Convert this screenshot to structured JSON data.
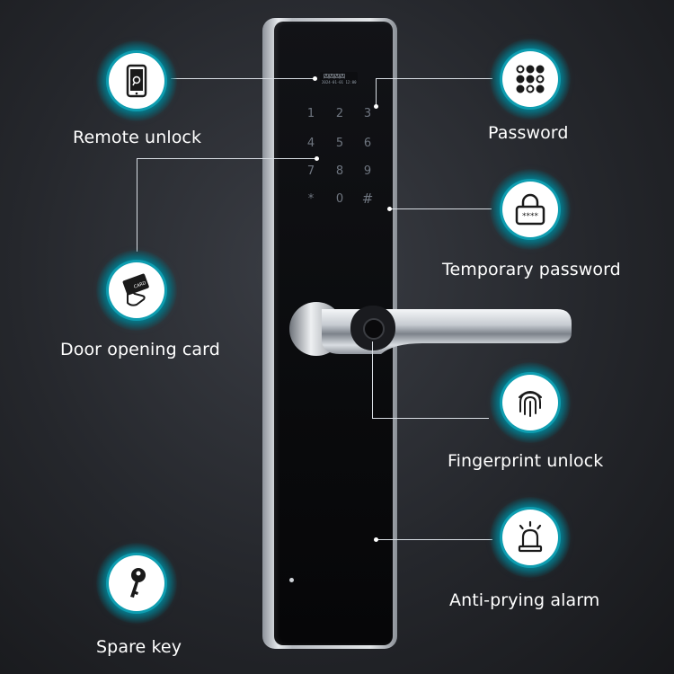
{
  "features": {
    "remote_unlock": {
      "label": "Remote unlock",
      "icon": "smartphone-icon"
    },
    "password": {
      "label": "Password",
      "icon": "keypad-icon"
    },
    "temporary_password": {
      "label": "Temporary password",
      "icon": "padlock-icon"
    },
    "door_opening_card": {
      "label": "Door opening card",
      "icon": "card-hand-icon"
    },
    "fingerprint_unlock": {
      "label": "Fingerprint unlock",
      "icon": "fingerprint-icon"
    },
    "anti_prying_alarm": {
      "label": "Anti-prying alarm",
      "icon": "alarm-light-icon"
    },
    "spare_key": {
      "label": "Spare key",
      "icon": "key-icon"
    }
  },
  "lock": {
    "display_text": "四四四四",
    "display_subtext": "2024-01-01 12:00",
    "keys": [
      "1",
      "2",
      "3",
      "4",
      "5",
      "6",
      "7",
      "8",
      "9",
      "*",
      "0",
      "#"
    ]
  },
  "colors": {
    "accent": "#0e9db0",
    "panel": "#0b0c0f",
    "frame": "#d9dde2",
    "background": "#2a2c31"
  }
}
